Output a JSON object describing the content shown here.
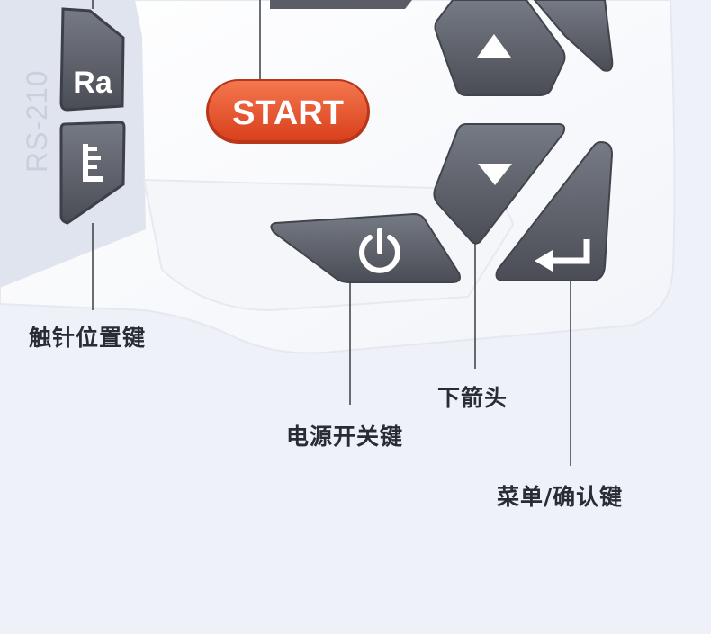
{
  "device": {
    "model": "RS-210",
    "keys": {
      "ra": "Ra",
      "start": "START"
    }
  },
  "callouts": {
    "probe_position_key": "触针位置键",
    "power_key": "电源开关键",
    "down_arrow": "下箭头",
    "menu_confirm_key": "菜单/确认键"
  },
  "icons": [
    "ruler-icon",
    "power-icon",
    "up-arrow-icon",
    "down-arrow-icon",
    "enter-icon"
  ],
  "colors": {
    "background": "#eef1f8",
    "device_body": "#ffffff",
    "key_dark": "#5a5d66",
    "start_orange": "#e4502a",
    "label_text": "#2a2c33"
  }
}
